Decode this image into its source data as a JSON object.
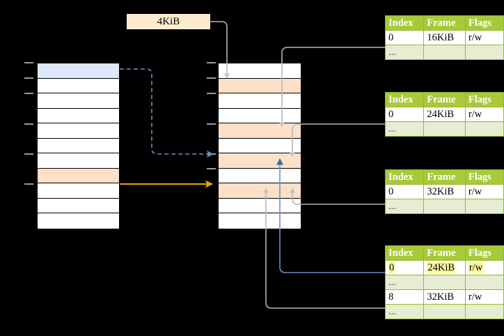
{
  "label_box": {
    "text": "4KiB"
  },
  "left_column": {
    "name": "virtual-address-space",
    "rows": [
      {
        "fill": "blue"
      },
      {
        "fill": "white"
      },
      {
        "fill": "white"
      },
      {
        "fill": "white"
      },
      {
        "fill": "white"
      },
      {
        "fill": "white"
      },
      {
        "fill": "white"
      },
      {
        "fill": "peach"
      },
      {
        "fill": "white"
      },
      {
        "fill": "white"
      },
      {
        "fill": "white"
      }
    ]
  },
  "middle_column": {
    "name": "physical-memory",
    "rows": [
      {
        "fill": "white"
      },
      {
        "fill": "peach"
      },
      {
        "fill": "white"
      },
      {
        "fill": "white"
      },
      {
        "fill": "peach"
      },
      {
        "fill": "white"
      },
      {
        "fill": "peach"
      },
      {
        "fill": "white"
      },
      {
        "fill": "peach"
      },
      {
        "fill": "white"
      },
      {
        "fill": "white"
      }
    ]
  },
  "tables": [
    {
      "id": "page-table-1",
      "headers": [
        "Index",
        "Frame",
        "Flags"
      ],
      "rows": [
        {
          "style": "light",
          "cells": [
            "0",
            "16KiB",
            "r/w"
          ],
          "highlight": [
            false,
            false,
            false
          ]
        },
        {
          "style": "tint",
          "cells": [
            "...",
            "",
            ""
          ],
          "highlight": [
            false,
            false,
            false
          ]
        }
      ]
    },
    {
      "id": "page-table-2",
      "headers": [
        "Index",
        "Frame",
        "Flags"
      ],
      "rows": [
        {
          "style": "light",
          "cells": [
            "0",
            "24KiB",
            "r/w"
          ],
          "highlight": [
            false,
            false,
            false
          ]
        },
        {
          "style": "tint",
          "cells": [
            "...",
            "",
            ""
          ],
          "highlight": [
            false,
            false,
            false
          ]
        }
      ]
    },
    {
      "id": "page-table-3",
      "headers": [
        "Index",
        "Frame",
        "Flags"
      ],
      "rows": [
        {
          "style": "light",
          "cells": [
            "0",
            "32KiB",
            "r/w"
          ],
          "highlight": [
            false,
            false,
            false
          ]
        },
        {
          "style": "tint",
          "cells": [
            "...",
            "",
            ""
          ],
          "highlight": [
            false,
            false,
            false
          ]
        }
      ]
    },
    {
      "id": "page-table-4",
      "headers": [
        "Index",
        "Frame",
        "Flags"
      ],
      "rows": [
        {
          "style": "light",
          "cells": [
            "0",
            "24KiB",
            "r/w"
          ],
          "highlight": [
            true,
            true,
            true
          ]
        },
        {
          "style": "tint",
          "cells": [
            "...",
            "",
            ""
          ],
          "highlight": [
            false,
            false,
            false
          ]
        },
        {
          "style": "light",
          "cells": [
            "8",
            "32KiB",
            "r/w"
          ],
          "highlight": [
            false,
            false,
            false
          ]
        },
        {
          "style": "tint",
          "cells": [
            "...",
            "",
            ""
          ],
          "highlight": [
            false,
            false,
            false
          ]
        }
      ]
    }
  ],
  "colors": {
    "header_green": "#a8c93a",
    "tint_green": "#e7edd2",
    "blue_cell": "#dde8fb",
    "peach_cell": "#fde0c8",
    "label_peach": "#fdeccd",
    "blue_wire": "#6a8fc4",
    "orange_wire": "#e8a200",
    "gray_wire": "#b5b5b5",
    "highlight_yellow": "#fbf6a0"
  }
}
